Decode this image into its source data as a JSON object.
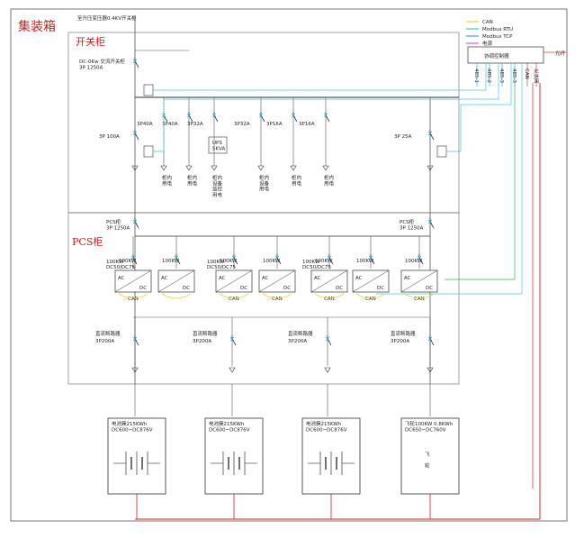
{
  "title": "集装箱",
  "sections": {
    "switch_cabinet": "开关柜",
    "pcs_cabinet": "PCS柜"
  },
  "incoming": "至升压变压器0.4KV开关柜",
  "legend": [
    {
      "label": "CAN",
      "color": "#e8d64a"
    },
    {
      "label": "Modbus RTU",
      "color": "#49c8d6"
    },
    {
      "label": "Modbus TCP",
      "color": "#3aa3e0"
    },
    {
      "label": "电源",
      "color": "#e05ad0"
    }
  ],
  "controller": {
    "title": "协调控制器",
    "ports": [
      "RS-485",
      "485-1",
      "RS-485",
      "485-2",
      "RS-485",
      "485-3",
      "CAN",
      "以太网"
    ],
    "fiber": "光纤"
  },
  "breakers": {
    "main": "DC-0Kw 交流开关柜\n3P 1250A",
    "aux": "3P 100A",
    "right": "3P 25A",
    "pcs_in_left": "PCS柜\n3P 1250A",
    "pcs_in_right": "PCS柜\n3P 1250A"
  },
  "branches": [
    {
      "breaker": "3P40A",
      "load": "柜内\n用电"
    },
    {
      "breaker": "3P40A",
      "load": "柜内\n用电"
    },
    {
      "breaker": "3P32A",
      "load": "柜内\n设备\n监控\n用电"
    },
    {
      "breaker": "3P32A",
      "load": "柜内\n设备\n用电"
    },
    {
      "breaker": "3P16A",
      "load": "柜内\n用电"
    },
    {
      "breaker": "3P16A",
      "load": "柜内\n用电"
    }
  ],
  "ups": "UPS\n5KVA",
  "pcs_units": [
    {
      "group": "100KW\nDC50/DC75",
      "ac": "AC",
      "dc": "DC",
      "tag": "100KW",
      "can": "CAN"
    },
    {
      "group": "",
      "ac": "AC",
      "dc": "DC",
      "tag": "100KW",
      "can": ""
    },
    {
      "group": "100KW\nDC50/DC75",
      "ac": "AC",
      "dc": "DC",
      "tag": "100KW",
      "can": "CAN"
    },
    {
      "group": "",
      "ac": "AC",
      "dc": "DC",
      "tag": "100KW",
      "can": "CAN"
    },
    {
      "group": "100KW\nDC50/DC75",
      "ac": "AC",
      "dc": "DC",
      "tag": "100KW",
      "can": "CAN"
    },
    {
      "group": "",
      "ac": "AC",
      "dc": "DC",
      "tag": "100KW",
      "can": "CAN"
    },
    {
      "group": "",
      "ac": "AC",
      "dc": "DC",
      "tag": "100KW",
      "can": "CAN"
    }
  ],
  "dc_breakers": [
    {
      "label": "直流断路器",
      "rating": "3P200A"
    },
    {
      "label": "直流断路器",
      "rating": "3P200A"
    },
    {
      "label": "直流断路器",
      "rating": "3P200A"
    },
    {
      "label": "直流断路器",
      "rating": "3P200A"
    }
  ],
  "storage": [
    {
      "title": "电池簇215KWh\nDC600~DC876V",
      "symbol": "",
      "kind": "battery"
    },
    {
      "title": "电池簇215KWh\nDC600~DC876V",
      "symbol": "",
      "kind": "battery"
    },
    {
      "title": "电池簇215KWh\nDC600~DC876V",
      "symbol": "",
      "kind": "battery"
    },
    {
      "title": "飞轮100KW 0.8KWh\nDC650~DC760V",
      "symbol": "飞\n轮",
      "kind": "flywheel"
    }
  ]
}
